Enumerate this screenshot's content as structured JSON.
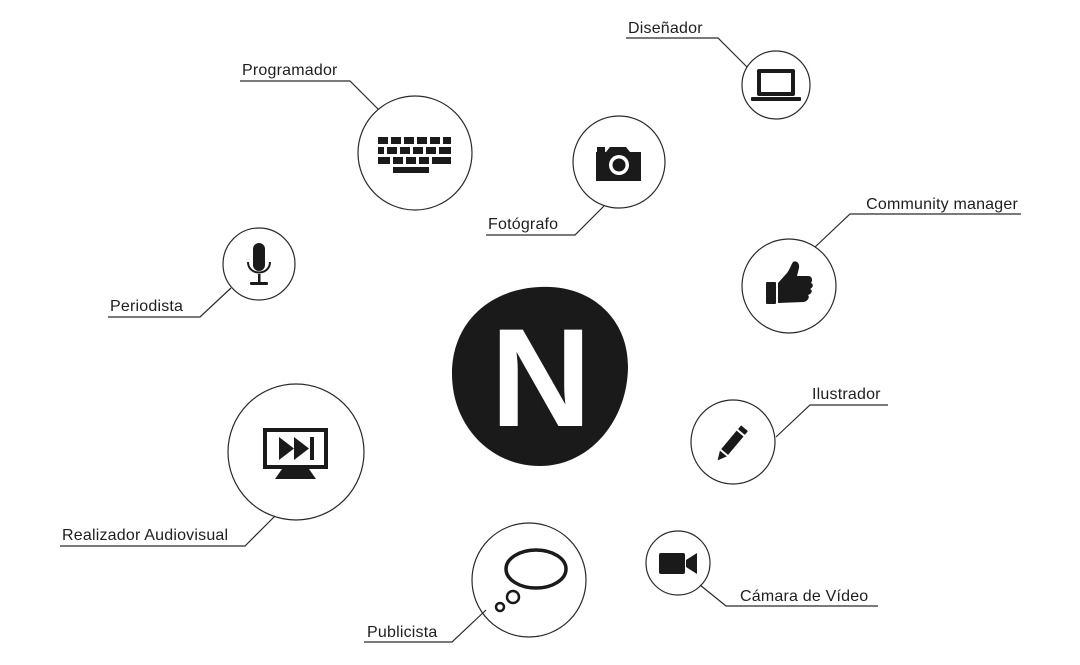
{
  "logo": {
    "letter": "N",
    "ink_color": "#1a1a1a"
  },
  "roles": [
    {
      "id": "disenador",
      "label": "Diseñador",
      "icon": "laptop-icon"
    },
    {
      "id": "programador",
      "label": "Programador",
      "icon": "keyboard-icon"
    },
    {
      "id": "fotografo",
      "label": "Fotógrafo",
      "icon": "camera-icon"
    },
    {
      "id": "community",
      "label": "Community manager",
      "icon": "thumbs-up-icon"
    },
    {
      "id": "periodista",
      "label": "Periodista",
      "icon": "microphone-icon"
    },
    {
      "id": "ilustrador",
      "label": "Ilustrador",
      "icon": "pencil-icon"
    },
    {
      "id": "realizador",
      "label": "Realizador Audiovisual",
      "icon": "fast-forward-monitor-icon"
    },
    {
      "id": "camara",
      "label": "Cámara de Vídeo",
      "icon": "video-camera-icon"
    },
    {
      "id": "publicista",
      "label": "Publicista",
      "icon": "thought-bubble-icon"
    }
  ]
}
